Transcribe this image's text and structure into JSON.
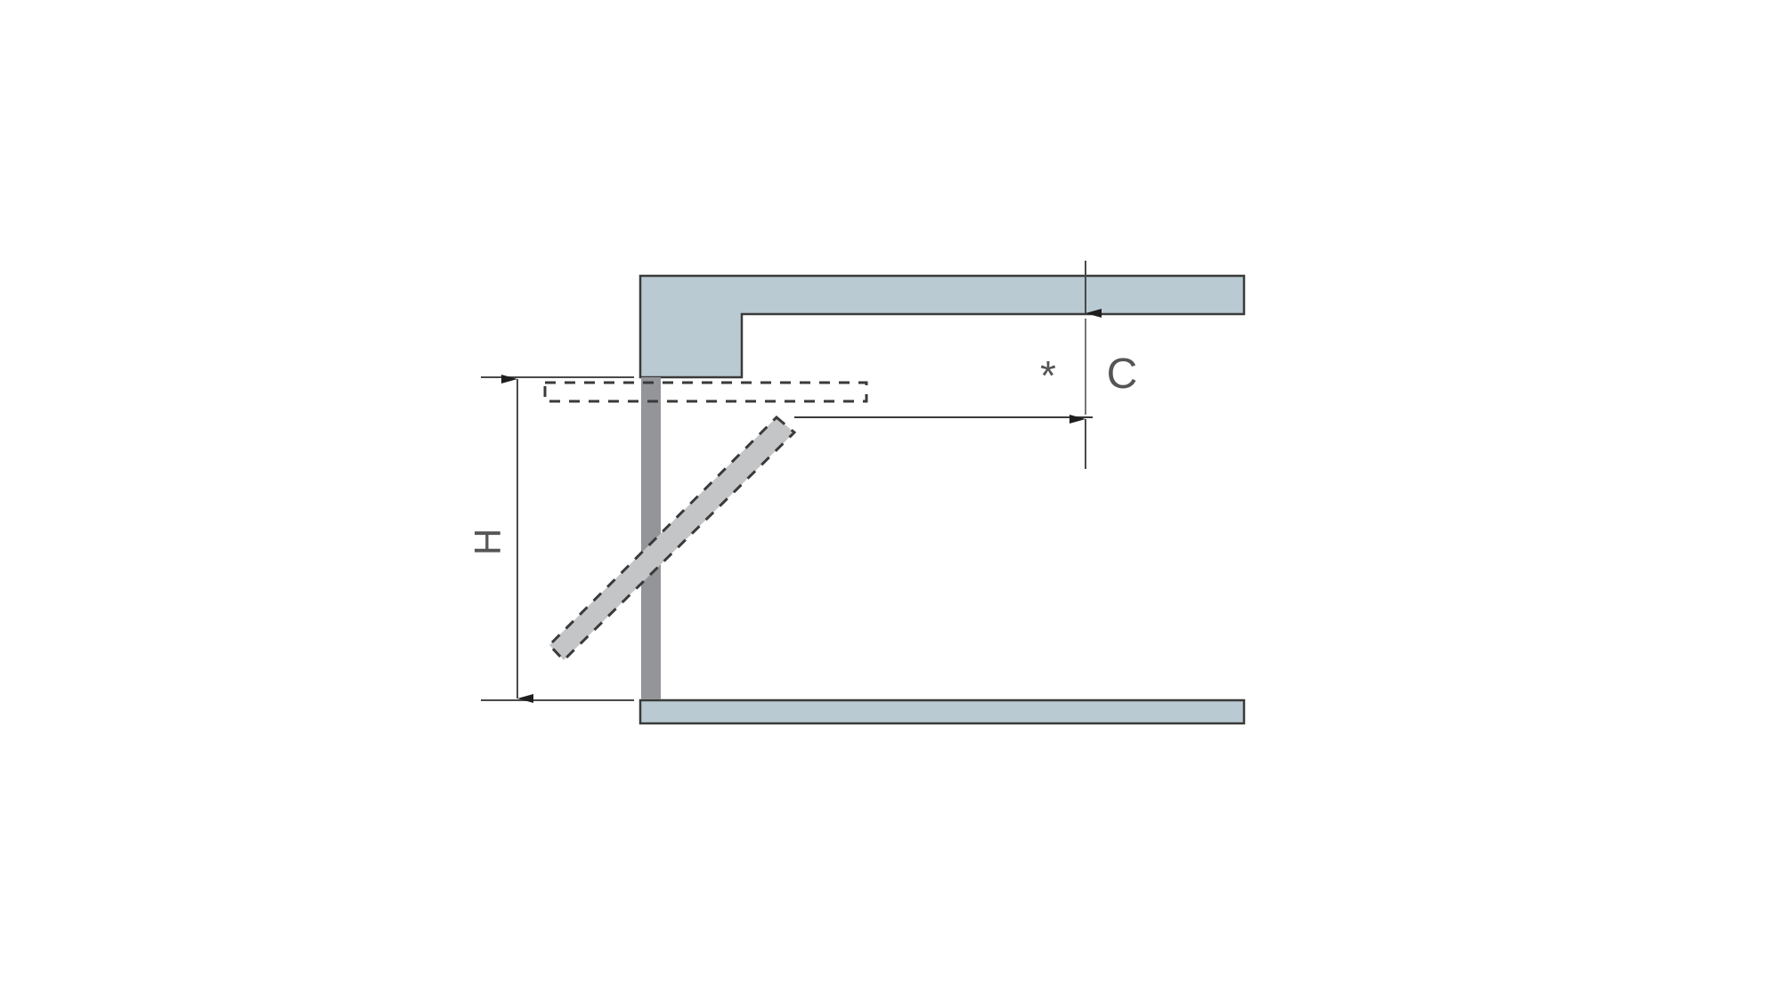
{
  "diagram": {
    "type": "technical-section-drawing",
    "labels": {
      "height_dimension": "H",
      "clearance_dimension": "C",
      "note_marker": "*"
    },
    "colors": {
      "panel_fill": "#b9cad2",
      "panel_stroke": "#3a3a3a",
      "post_fill": "#939598",
      "flap_fill": "#c4c5c7",
      "dash_stroke": "#3a3a3a",
      "dimension_line": "#4a4a4a",
      "text": "#555555"
    },
    "elements": [
      {
        "id": "top-panel",
        "description": "L-shaped upper panel"
      },
      {
        "id": "bottom-panel",
        "description": "lower horizontal panel"
      },
      {
        "id": "vertical-post",
        "description": "vertical gray post"
      },
      {
        "id": "flap-open-position",
        "description": "dashed horizontal flap (open)"
      },
      {
        "id": "flap-tilted-position",
        "description": "dashed diagonal flap (tilted)"
      },
      {
        "id": "dimension-H",
        "description": "overall opening height"
      },
      {
        "id": "dimension-C",
        "description": "clearance below top panel"
      }
    ]
  }
}
